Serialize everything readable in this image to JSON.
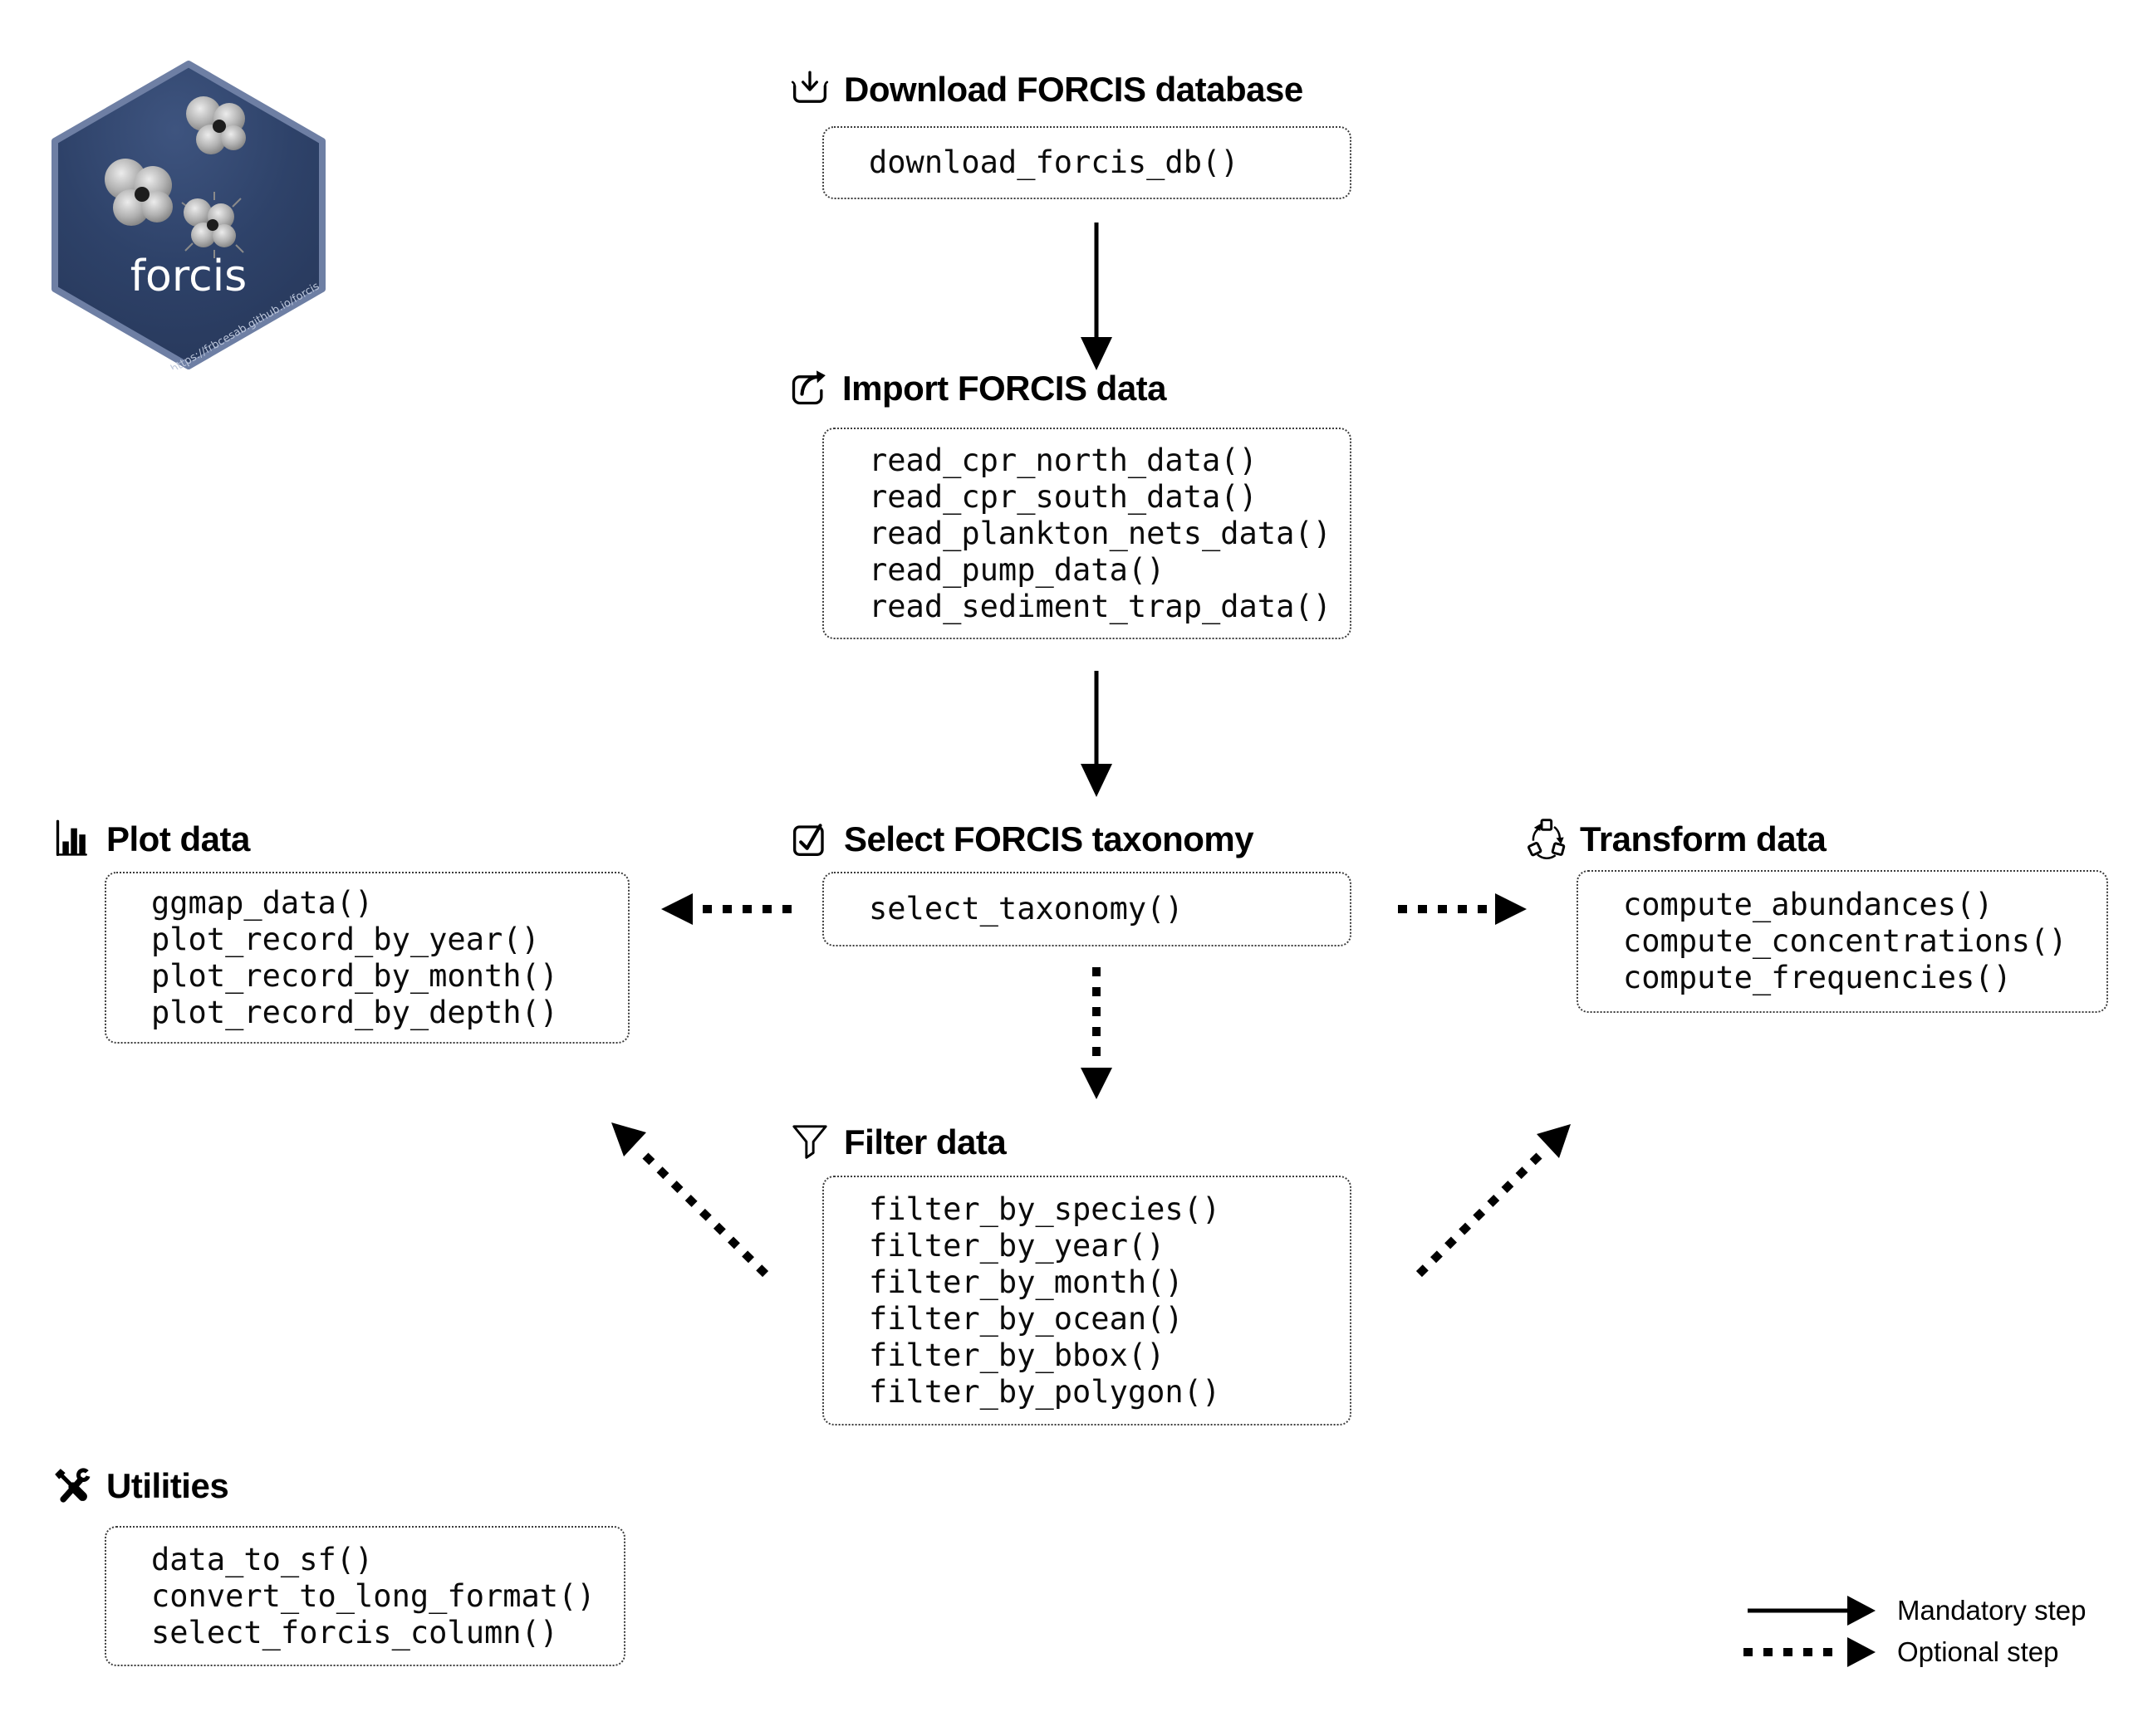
{
  "logo": {
    "label": "forcis",
    "url_text": "https://frbcesab.github.io/forcis",
    "hex_fill": "#2e4269",
    "hex_border": "#6e7fa4"
  },
  "sections": {
    "download": {
      "icon": "download-icon",
      "title": "Download FORCIS database",
      "functions": [
        "download_forcis_db()"
      ]
    },
    "import": {
      "icon": "export-arrow-icon",
      "title": "Import FORCIS data",
      "functions": [
        "read_cpr_north_data()",
        "read_cpr_south_data()",
        "read_plankton_nets_data()",
        "read_pump_data()",
        "read_sediment_trap_data()"
      ]
    },
    "select": {
      "icon": "checkbox-icon",
      "title": "Select FORCIS taxonomy",
      "functions": [
        "select_taxonomy()"
      ]
    },
    "plot": {
      "icon": "bar-chart-icon",
      "title": "Plot data",
      "functions": [
        "ggmap_data()",
        "plot_record_by_year()",
        "plot_record_by_month()",
        "plot_record_by_depth()"
      ]
    },
    "transform": {
      "icon": "cycle-icon",
      "title": "Transform data",
      "functions": [
        "compute_abundances()",
        "compute_concentrations()",
        "compute_frequencies()"
      ]
    },
    "filter": {
      "icon": "funnel-icon",
      "title": "Filter data",
      "functions": [
        "filter_by_species()",
        "filter_by_year()",
        "filter_by_month()",
        "filter_by_ocean()",
        "filter_by_bbox()",
        "filter_by_polygon()"
      ]
    },
    "utilities": {
      "icon": "tools-icon",
      "title": "Utilities",
      "functions": [
        "data_to_sf()",
        "convert_to_long_format()",
        "select_forcis_column()"
      ]
    }
  },
  "legend": {
    "mandatory_label": "Mandatory step",
    "optional_label": "Optional step"
  },
  "colors": {
    "arrow": "#000000",
    "box_border": "#3c3c3c",
    "text": "#000000"
  }
}
